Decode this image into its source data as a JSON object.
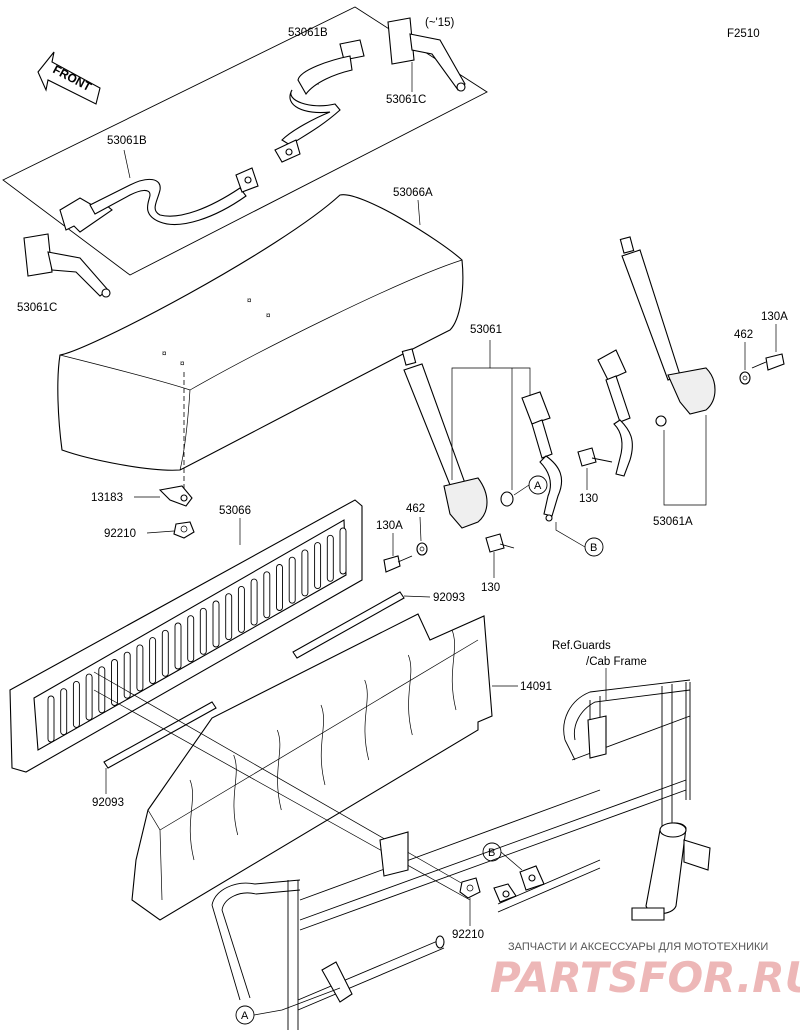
{
  "figure_id": "F2510",
  "front_arrow_label": "FRONT",
  "version_note": "(~'15)",
  "ref_note_line1": "Ref.Guards",
  "ref_note_line2": "/Cab Frame",
  "callouts": {
    "a": "A",
    "b": "B"
  },
  "part_labels": {
    "p53061B_top": "53061B",
    "p53061C_top": "53061C",
    "p53061B_left": "53061B",
    "p53061C_left": "53061C",
    "p53066A": "53066A",
    "p53061": "53061",
    "p130A_right": "130A",
    "p462_right": "462",
    "p130_right": "130",
    "p53061A": "53061A",
    "p13183": "13183",
    "p92210_left": "92210",
    "p53066": "53066",
    "p462_center": "462",
    "p130A_center": "130A",
    "p130_center": "130",
    "p92093_top": "92093",
    "p14091": "14091",
    "p92093_left": "92093",
    "p92210_bottom": "92210"
  },
  "watermark": {
    "line1": "ЗАПЧАСТИ И АКСЕССУАРЫ ДЛЯ МОТОТЕХНИКИ",
    "line2": "PARTSFOR.RU"
  }
}
